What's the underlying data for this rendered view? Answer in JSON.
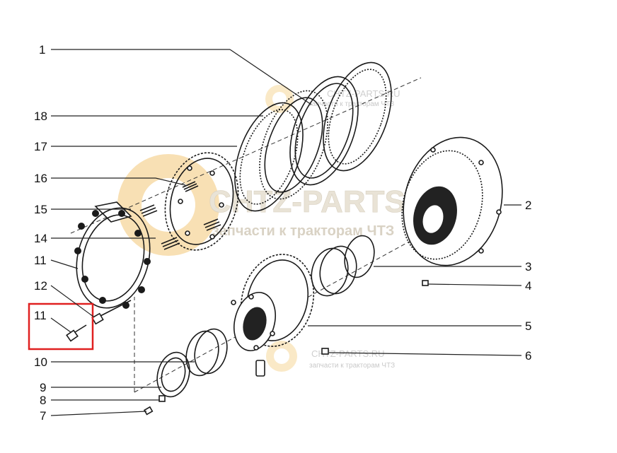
{
  "callouts": {
    "c1": "1",
    "c18": "18",
    "c17": "17",
    "c16": "16",
    "c15": "15",
    "c14": "14",
    "c11a": "11",
    "c12": "12",
    "c11b": "11",
    "c10": "10",
    "c9": "9",
    "c8": "8",
    "c7": "7",
    "c2": "2",
    "c3": "3",
    "c4": "4",
    "c5": "5",
    "c6": "6"
  },
  "watermark": {
    "brand": "CHTZ-PARTS.RU",
    "tagline": "запчасти к тракторам ЧТЗ",
    "big_brand": "CHTZ-PARTS.RU",
    "big_tagline": "запчасти к тракторам ЧТЗ"
  },
  "colors": {
    "highlight_box": "#e02020",
    "line": "#222222",
    "watermark_gear": "#f3c777"
  }
}
